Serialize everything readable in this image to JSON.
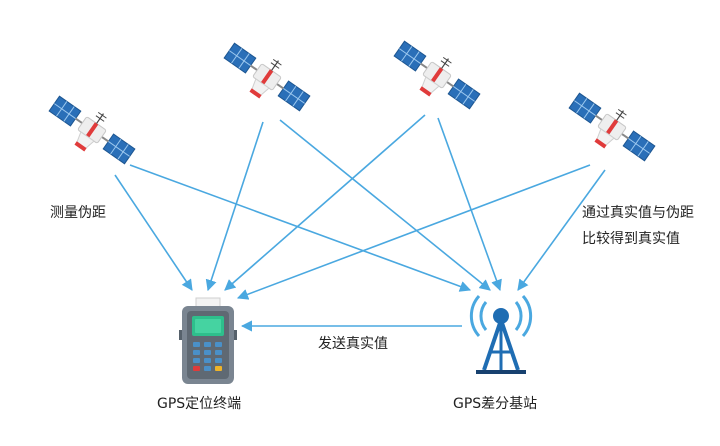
{
  "labels": {
    "measure_pseudorange": "测量伪距",
    "compare_line1": "通过真实值与伪距",
    "compare_line2": "比较得到真实值",
    "send_true_value": "发送真实值",
    "gps_terminal": "GPS定位终端",
    "gps_base_station": "GPS差分基站"
  },
  "nodes": {
    "satellites": [
      "satellite-1",
      "satellite-2",
      "satellite-3",
      "satellite-4"
    ],
    "terminal": "gps-terminal",
    "base_station": "gps-base-station"
  },
  "colors": {
    "arrow": "#4aa8e0",
    "panel": "#2a6fb8",
    "panel_grid": "#9cc8ef",
    "body": "#eeeeee",
    "band": "#e03b3b",
    "terminal_body": "#7a8591",
    "terminal_screen": "#2ebf8c",
    "tower": "#1f6db3"
  },
  "icons": {
    "satellite": "satellite-icon",
    "terminal": "pos-terminal-icon",
    "base_station": "antenna-tower-icon"
  }
}
